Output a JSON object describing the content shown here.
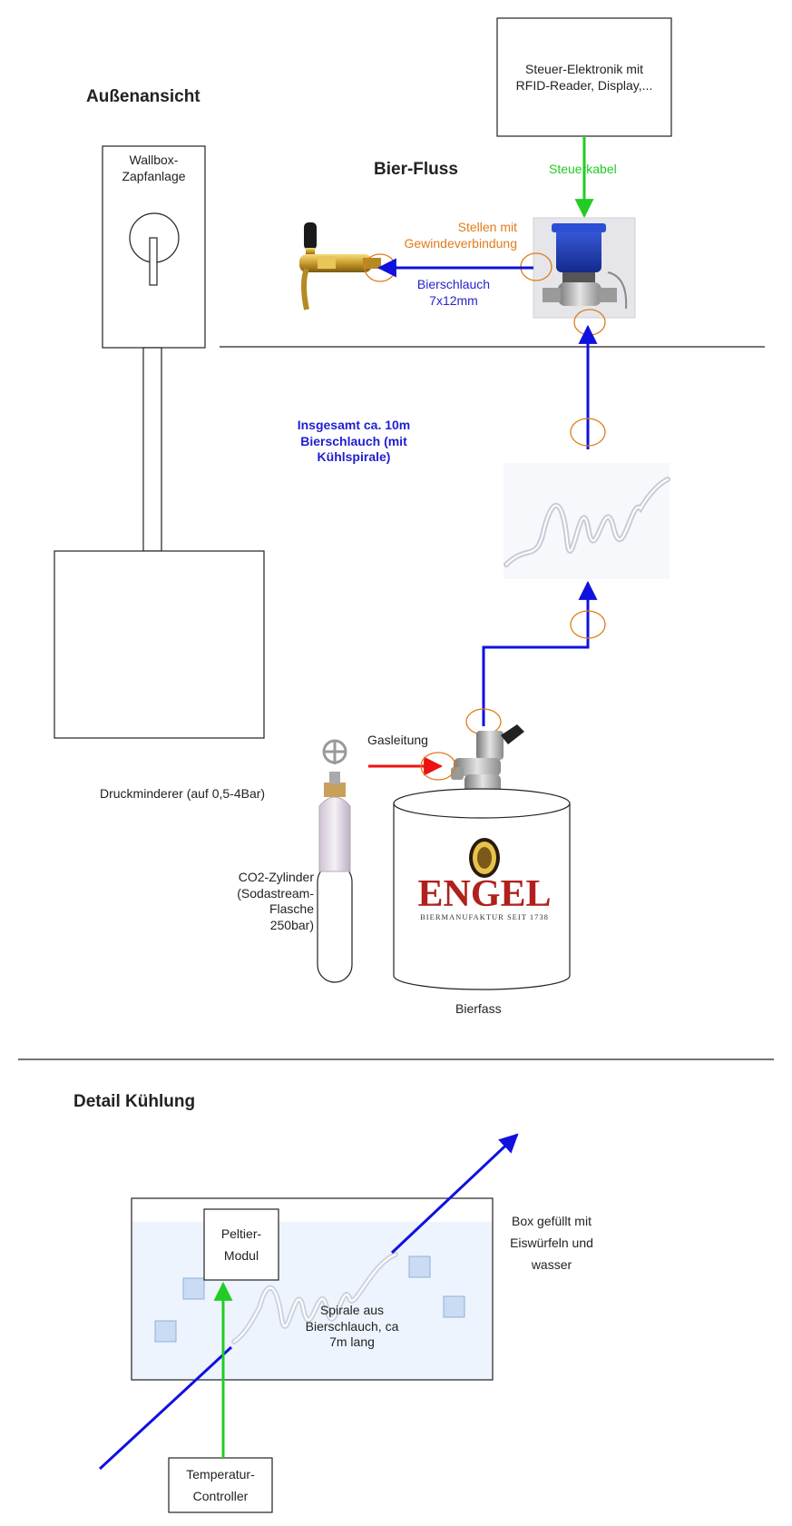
{
  "colors": {
    "beer_flow": "#1010e0",
    "control": "#22cc22",
    "gas": "#ee1111",
    "connection": "#e07b1a",
    "ice_water": "#eef4fd",
    "ice_cube": "#c9dcf3"
  },
  "sections": {
    "outside_title": "Außenansicht",
    "beer_flow_title": "Bier-Fluss",
    "cooling_title": "Detail Kühlung"
  },
  "labels": {
    "controller": "Steuer-Elektronik mit\nRFID-Reader, Display,...",
    "control_cable": "Steuerkabel",
    "threaded": "Stellen mit\nGewindeverbindung",
    "hose": "Bierschlauch\n7x12mm",
    "wallbox": "Wallbox-\nZapfanlage",
    "total_hose": "Insgesamt ca. 10m\nBierschlauch (mit\nKühlspirale)",
    "gas_line": "Gasleitung",
    "pressure_reducer": "Druckminderer (auf 0,5-4Bar)",
    "co2_cylinder": "CO2-Zylinder\n(Sodastream-\nFlasche\n250bar)",
    "keg": "Bierfass",
    "keg_brand": "ENGEL",
    "keg_brand_sub": "BIERMANUFAKTUR SEIT 1738",
    "peltier": "Peltier-\nModul",
    "spiral": "Spirale aus\nBierschlauch, ca\n7m lang",
    "box": "Box gefüllt mit\nEiswürfeln und\nwasser",
    "temp_controller": "Temperatur-\nController"
  }
}
